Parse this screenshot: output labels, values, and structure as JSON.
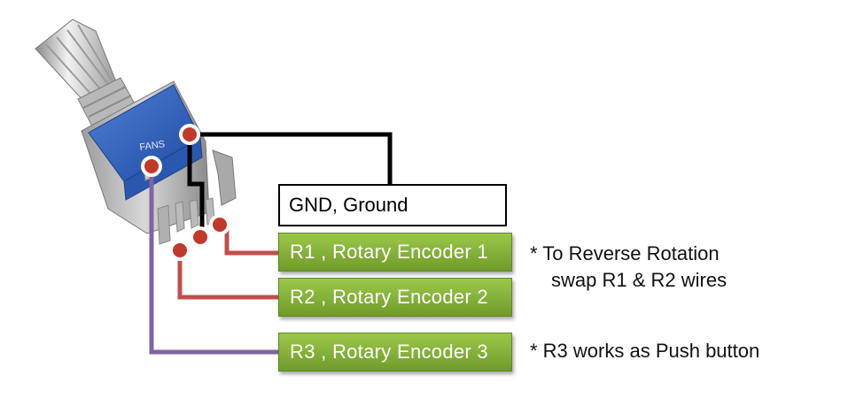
{
  "ground_label": "GND, Ground",
  "pins": [
    {
      "label": "R1 , Rotary Encoder 1"
    },
    {
      "label": "R2 , Rotary Encoder 2"
    },
    {
      "label": "R3 , Rotary Encoder 3"
    }
  ],
  "notes": {
    "reverse_line1": "* To Reverse Rotation",
    "reverse_line2": "swap R1 & R2 wires",
    "push": "* R3 works as Push button"
  },
  "component_marking": "FANS",
  "colors": {
    "ground_wire": "#000000",
    "r1_r2_wire": "#c0504d",
    "r3_wire": "#8064a2",
    "label_green": "#7ab030",
    "pin_dot": "#c0392b",
    "encoder_blue": "#2d5fb8"
  }
}
